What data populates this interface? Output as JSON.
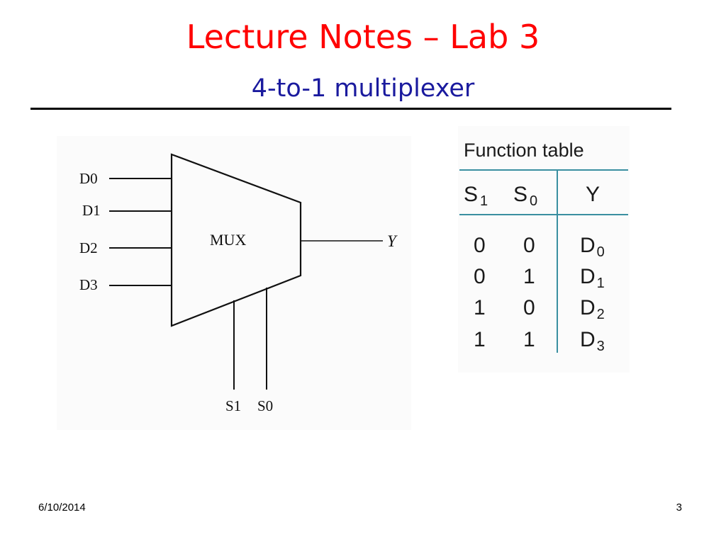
{
  "slide": {
    "title": "Lecture Notes – Lab 3",
    "subtitle": "4-to-1 multiplexer",
    "colors": {
      "title": "#ff0000",
      "subtitle": "#1a1a9e",
      "table_rule": "#3a8fa0"
    }
  },
  "diagram": {
    "inputs": [
      "D0",
      "D1",
      "D2",
      "D3"
    ],
    "block_label": "MUX",
    "output": "Y",
    "selects": [
      "S1",
      "S0"
    ]
  },
  "function_table": {
    "caption": "Function table",
    "headers": [
      {
        "base": "S",
        "sub": "1"
      },
      {
        "base": "S",
        "sub": "0"
      },
      {
        "base": "Y",
        "sub": ""
      }
    ],
    "rows": [
      {
        "s1": "0",
        "s0": "0",
        "y": "D",
        "y_sub": "0"
      },
      {
        "s1": "0",
        "s0": "1",
        "y": "D",
        "y_sub": "1"
      },
      {
        "s1": "1",
        "s0": "0",
        "y": "D",
        "y_sub": "2"
      },
      {
        "s1": "1",
        "s0": "1",
        "y": "D",
        "y_sub": "3"
      }
    ]
  },
  "footer": {
    "date": "6/10/2014",
    "page": "3"
  }
}
